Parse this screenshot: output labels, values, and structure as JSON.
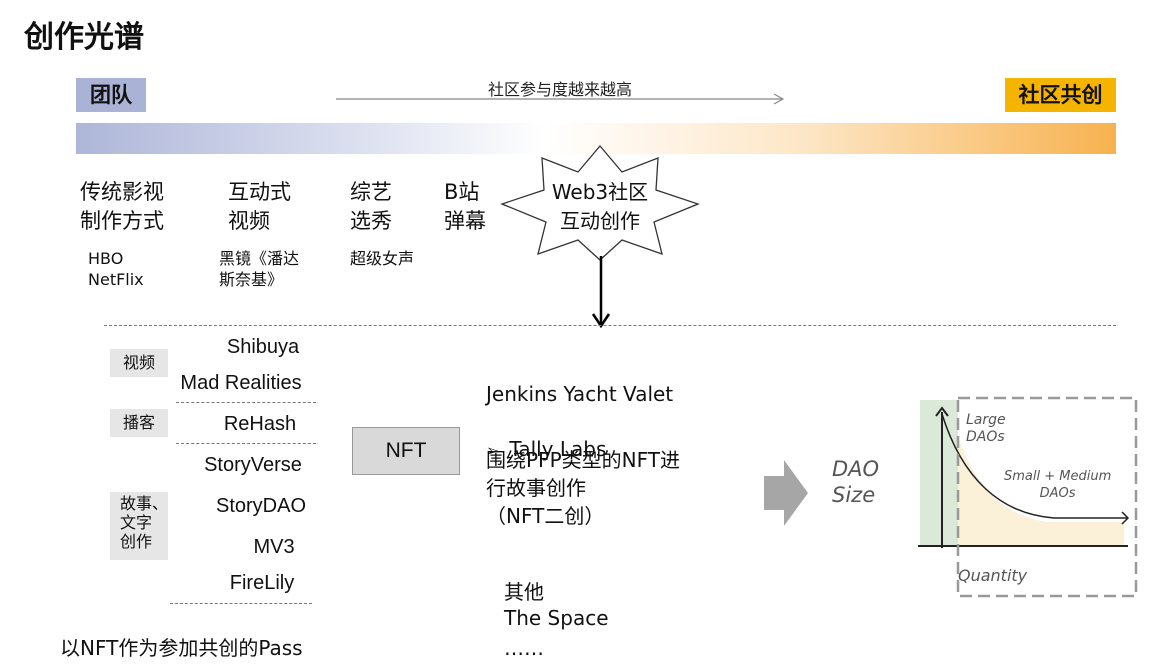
{
  "title": "创作光谱",
  "spectrum": {
    "left_tag": "团队",
    "right_tag": "社区共创",
    "arrow_label": "社区参与度越来越高"
  },
  "categories": [
    {
      "label": "传统影视\n制作方式",
      "examples": "HBO\nNetFlix"
    },
    {
      "label": "互动式\n视频",
      "examples": "黑镜《潘达\n斯奈基》"
    },
    {
      "label": "综艺\n选秀",
      "examples": "超级女声"
    },
    {
      "label": "B站\n弹幕",
      "examples": ""
    }
  ],
  "star_label": "Web3社区\n互动创作",
  "side_labels": [
    "视频",
    "播客",
    "故事、\n文字\n创作"
  ],
  "projects": [
    "Shibuya",
    "Mad Realities",
    "ReHash",
    "StoryVerse",
    "StoryDAO",
    "MV3",
    "FireLily"
  ],
  "nft_label": "NFT",
  "nft_projects": {
    "line1": "Jenkins Yacht Valet",
    "line2": "Tally Labs",
    "bullet": "➢",
    "desc": "围绕PFP类型的NFT进\n行故事创作\n（NFT二创）"
  },
  "others": {
    "heading": "其他",
    "item": "The Space",
    "more": "……"
  },
  "dao_chart": {
    "axis_label": "DAO\nSize",
    "large": "Large\nDAOs",
    "small": "Small + Medium\nDAOs",
    "x_label": "Quantity"
  },
  "footer": "以NFT作为参加共创的Pass",
  "colors": {
    "left_tag": "#aab2d6",
    "right_tag": "#f5b400"
  }
}
